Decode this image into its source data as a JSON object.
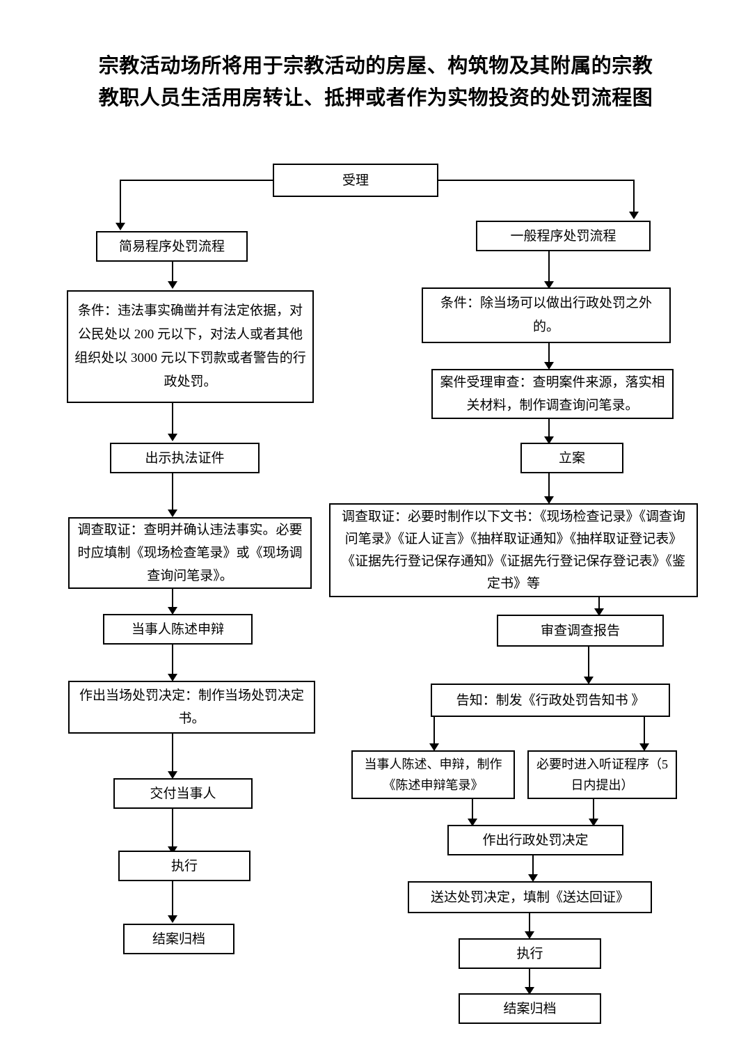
{
  "title": "宗教活动场所将用于宗教活动的房屋、构筑物及其附属的宗教教职人员生活用房转让、抵押或者作为实物投资的处罚流程图",
  "flowchart": {
    "type": "flowchart",
    "orientation": "top-down",
    "root": {
      "id": "accept",
      "label": "受理"
    },
    "branches": [
      {
        "name": "simple-procedure",
        "label": "简易程序处罚流程",
        "nodes": [
          {
            "id": "simple-branch",
            "label": "简易程序处罚流程"
          },
          {
            "id": "simple-condition",
            "label": "条件：违法事实确凿并有法定依据，对公民处以 200 元以下，对法人或者其他组织处以 3000 元以下罚款或者警告的行政处罚。"
          },
          {
            "id": "show-credentials",
            "label": "出示执法证件"
          },
          {
            "id": "simple-investigate",
            "label": "调查取证：查明并确认违法事实。必要时应填制《现场检查笔录》或《现场调查询问笔录》。"
          },
          {
            "id": "simple-statement",
            "label": "当事人陈述申辩"
          },
          {
            "id": "onsite-decision",
            "label": "作出当场处罚决定：制作当场处罚决定书。"
          },
          {
            "id": "deliver-party",
            "label": "交付当事人"
          },
          {
            "id": "simple-execute",
            "label": "执行"
          },
          {
            "id": "simple-archive",
            "label": "结案归档"
          }
        ]
      },
      {
        "name": "general-procedure",
        "label": "一般程序处罚流程",
        "nodes": [
          {
            "id": "general-branch",
            "label": "一般程序处罚流程"
          },
          {
            "id": "general-condition",
            "label": "条件：除当场可以做出行政处罚之外的。"
          },
          {
            "id": "case-review",
            "label": "案件受理审查：查明案件来源，落实相关材料，制作调查询问笔录。"
          },
          {
            "id": "file-case",
            "label": "立案"
          },
          {
            "id": "general-investigate",
            "label": "调查取证：必要时制作以下文书：《现场检查记录》《调查询问笔录》《证人证言》《抽样取证通知》《抽样取证登记表》《证据先行登记保存通知》《证据先行登记保存登记表》《鉴定书》等"
          },
          {
            "id": "review-report",
            "label": "审查调查报告"
          },
          {
            "id": "notify",
            "label": "告知：制发《行政处罚告知书 》"
          },
          {
            "id": "party-statement",
            "label": "当事人陈述、申辩，制作《陈述申辩笔录》"
          },
          {
            "id": "hearing",
            "label": "必要时进入听证程序（5 日内提出）"
          },
          {
            "id": "make-decision",
            "label": "作出行政处罚决定"
          },
          {
            "id": "serve-decision",
            "label": "送达处罚决定，填制《送达回证》"
          },
          {
            "id": "general-execute",
            "label": "执行"
          },
          {
            "id": "general-archive",
            "label": "结案归档"
          }
        ]
      }
    ]
  },
  "colors": {
    "line": "#000000",
    "box_border": "#000000",
    "background": "#ffffff",
    "text": "#000000"
  }
}
